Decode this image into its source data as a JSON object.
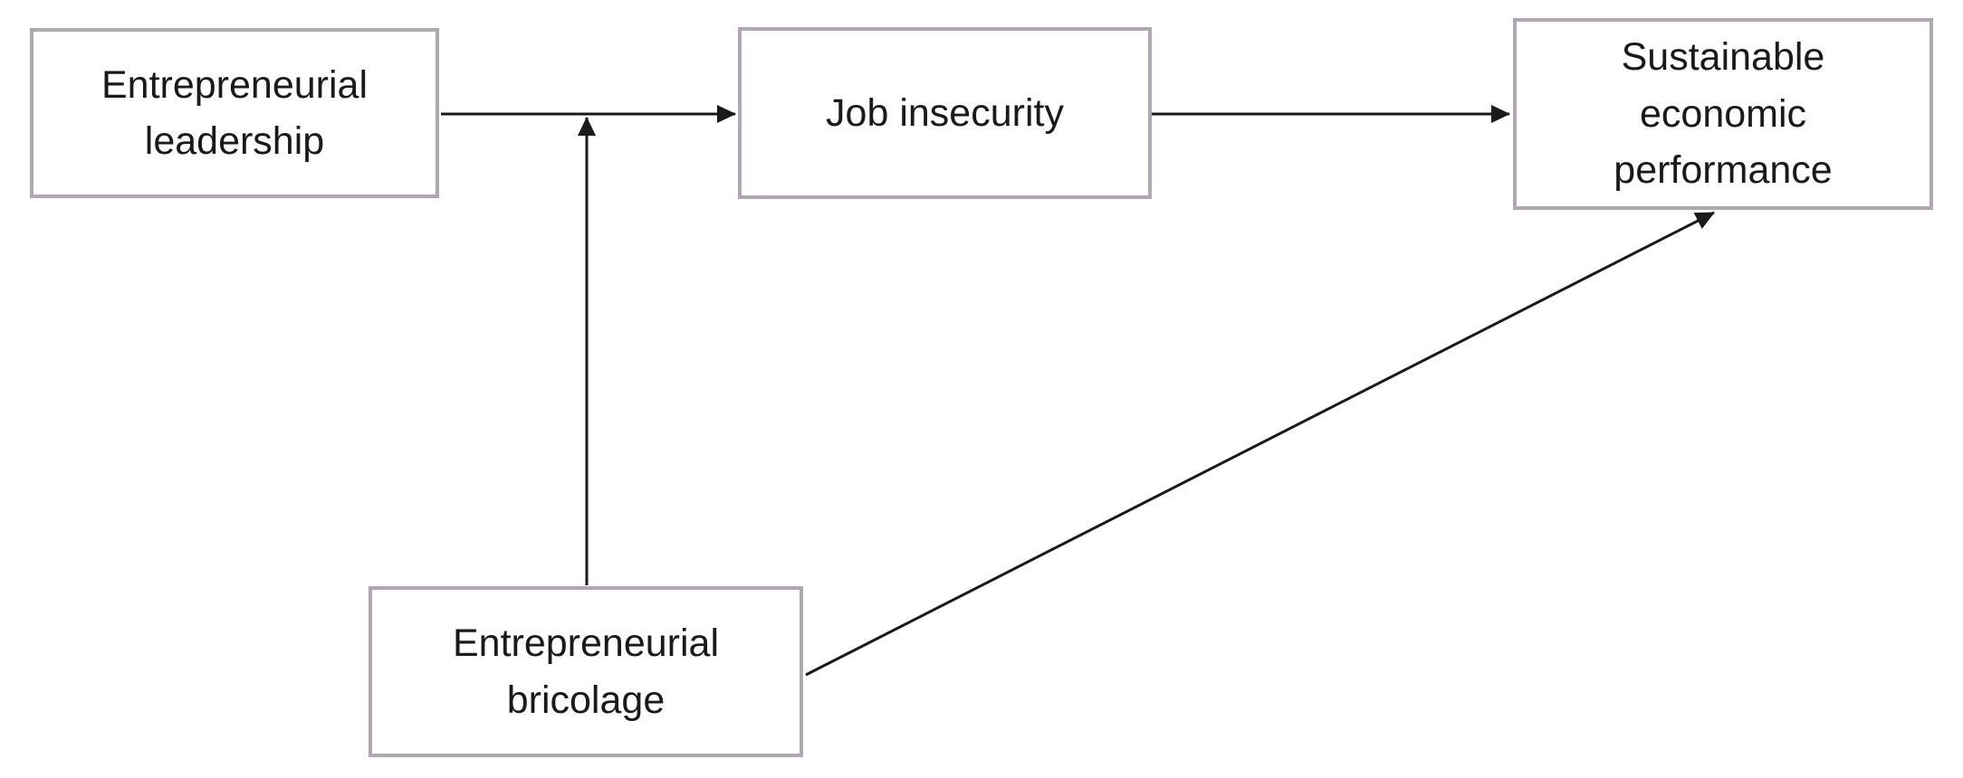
{
  "figure": {
    "type": "path-diagram",
    "background_color": "#ffffff",
    "box_border_color": "#b1a6b4",
    "box_fill_color": "#ffffff",
    "arrow_color": "#1a1a1a",
    "text_color": "#1a1a1a",
    "nodes": [
      {
        "id": "entrepreneurial-leadership",
        "label": "Entrepreneurial\nleadership"
      },
      {
        "id": "job-insecurity",
        "label": "Job insecurity"
      },
      {
        "id": "sustainable-economic-performance",
        "label": "Sustainable\neconomic\nperformance"
      },
      {
        "id": "entrepreneurial-bricolage",
        "label": "Entrepreneurial\nbricolage"
      }
    ],
    "edges": [
      {
        "from": "entrepreneurial-leadership",
        "to": "job-insecurity",
        "style": "direct-arrow"
      },
      {
        "from": "job-insecurity",
        "to": "sustainable-economic-performance",
        "style": "direct-arrow"
      },
      {
        "from": "entrepreneurial-bricolage",
        "to": "path:entrepreneurial-leadership->job-insecurity",
        "style": "moderation-arrow"
      },
      {
        "from": "entrepreneurial-bricolage",
        "to": "sustainable-economic-performance",
        "style": "direct-arrow"
      }
    ]
  }
}
